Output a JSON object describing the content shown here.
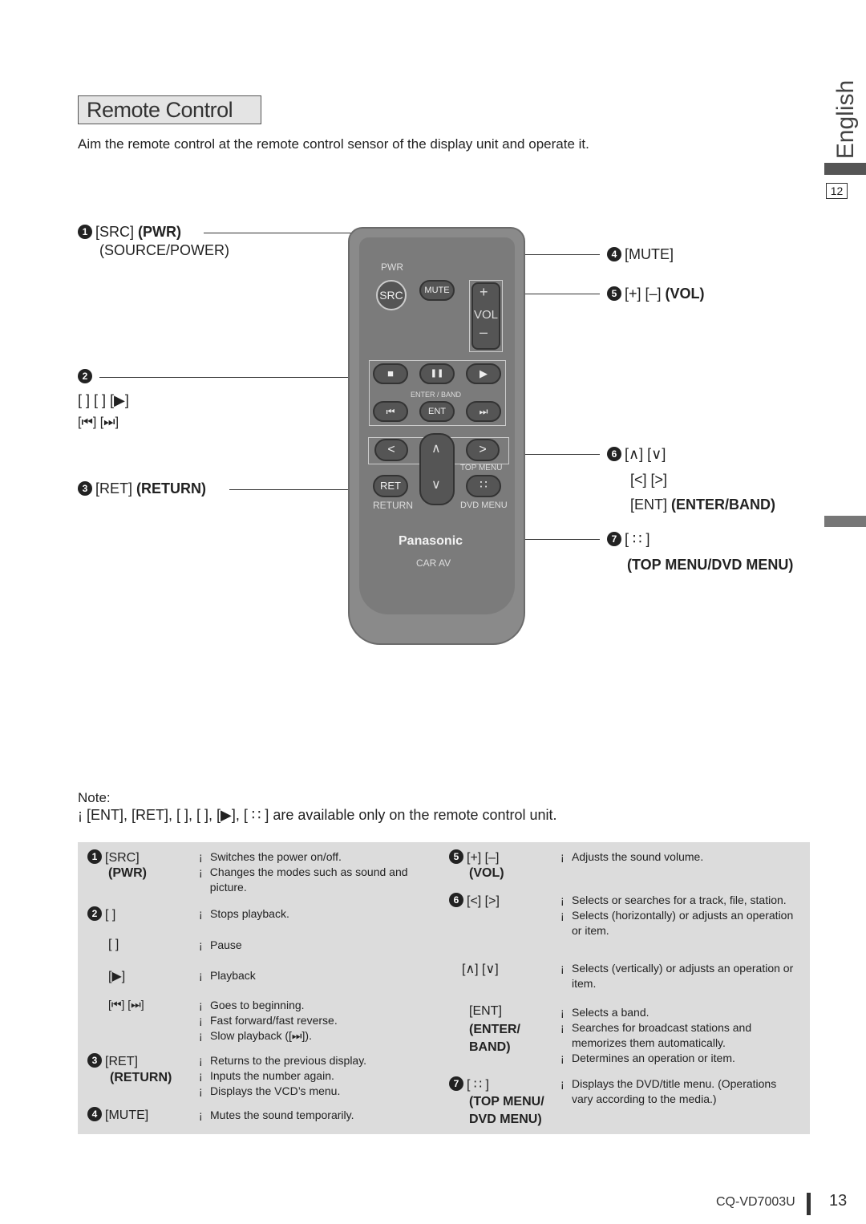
{
  "header": {
    "title": "Remote Control",
    "intro": "Aim the remote control at the remote control sensor of the display unit and operate it."
  },
  "sidebar": {
    "language": "English",
    "page_ref": "12"
  },
  "callouts": {
    "c1_num": "1",
    "c1_key": "[SRC]",
    "c1_bold": "(PWR)",
    "c1_sub": "(SOURCE/POWER)",
    "c2_num": "2",
    "c2_line1": "[  ] [  ] [▶]",
    "c2_line2": "[⏮] [⏭]",
    "c3_num": "3",
    "c3_key": "[RET]",
    "c3_bold": "(RETURN)",
    "c4_num": "4",
    "c4_key": "[MUTE]",
    "c5_num": "5",
    "c5_key": "[+] [–]",
    "c5_bold": "(VOL)",
    "c6_num": "6",
    "c6_line1": "[∧] [∨]",
    "c6_line2": "[<] [>]",
    "c6_line3_key": "[ENT]",
    "c6_line3_bold": "(ENTER/BAND)",
    "c7_num": "7",
    "c7_key": "[ ∷ ]",
    "c7_bold": "(TOP MENU/DVD MENU)"
  },
  "remote": {
    "pwr": "PWR",
    "src": "SRC",
    "mute": "MUTE",
    "plus": "+",
    "vol": "VOL",
    "minus": "–",
    "stop": "■",
    "pause": "❚❚",
    "play": "▶",
    "prev": "⏮",
    "next": "⏭",
    "enter_band": "ENTER / BAND",
    "ent": "ENT",
    "left": "<",
    "right": ">",
    "up": "∧",
    "down": "∨",
    "top_menu": "TOP MENU",
    "ret": "RET",
    "return": "RETURN",
    "dvd_menu": "DVD MENU",
    "menu_icon": "∷",
    "brand": "Panasonic",
    "car_av": "CAR AV"
  },
  "note": {
    "label": "Note:",
    "text": "¡  [ENT], [RET], [   ], [   ], [▶], [ ∷ ] are available only on the remote control unit."
  },
  "table": {
    "left": [
      {
        "num": "1",
        "key": "[SRC]",
        "bold": "(PWR)",
        "desc": [
          "Switches the power on/off.",
          "Changes the modes such as sound and picture."
        ]
      },
      {
        "num": "2",
        "key": "[   ]",
        "bold": "",
        "desc": [
          "Stops playback."
        ]
      },
      {
        "num": "",
        "key": "[   ]",
        "bold": "",
        "desc": [
          "Pause"
        ]
      },
      {
        "num": "",
        "key": "[▶]",
        "bold": "",
        "desc": [
          "Playback"
        ]
      },
      {
        "num": "",
        "key": "[⏮] [⏭]",
        "bold": "",
        "desc": [
          "Goes to beginning.",
          "Fast forward/fast reverse.",
          "Slow playback ([⏭])."
        ]
      },
      {
        "num": "3",
        "key": "[RET]",
        "bold": "(RETURN)",
        "desc": [
          "Returns to the previous display.",
          "Inputs the number again.",
          "Displays the VCD’s menu."
        ]
      },
      {
        "num": "4",
        "key": "[MUTE]",
        "bold": "",
        "desc": [
          "Mutes the sound temporarily."
        ]
      }
    ],
    "right": [
      {
        "num": "5",
        "key": "[+] [–]",
        "bold": "(VOL)",
        "desc": [
          "Adjusts the sound volume."
        ]
      },
      {
        "num": "6",
        "key": "[<] [>]",
        "bold": "",
        "desc": [
          "Selects or searches for a track, file, station.",
          "Selects (horizontally) or adjusts an operation or item."
        ]
      },
      {
        "num": "",
        "key": "[∧] [∨]",
        "bold": "",
        "desc": [
          "Selects (vertically) or adjusts an operation or item."
        ]
      },
      {
        "num": "",
        "key": "[ENT]",
        "bold": "(ENTER/ BAND)",
        "desc": [
          "Selects a band.",
          "Searches for broadcast stations and memorizes them automatically.",
          "Determines an operation or item."
        ]
      },
      {
        "num": "7",
        "key": "[ ∷ ]",
        "bold": "(TOP MENU/ DVD MENU)",
        "desc": [
          "Displays the DVD/title menu. (Operations vary according to the media.)"
        ]
      }
    ],
    "bullet": "¡"
  },
  "footer": {
    "model": "CQ-VD7003U",
    "page": "13"
  }
}
